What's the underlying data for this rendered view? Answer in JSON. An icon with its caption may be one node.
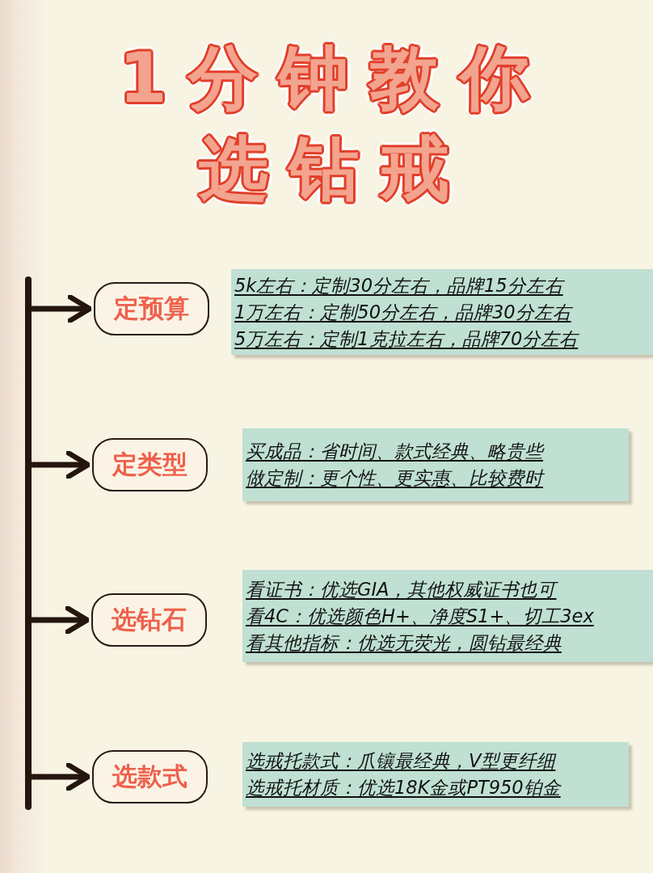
{
  "diagram": {
    "title": "1分钟教你选钻戒",
    "nodes": [
      {
        "text": [],
        "shape": "bar"
      },
      {
        "text": [
          "定预算"
        ]
      },
      {
        "text": [
          "5k左右：定制30分左右，品牌15分左右",
          "1万左右：定制50分左右，品牌30分左右",
          "5万左右：定制1克拉左右，品牌70分左右"
        ]
      },
      {
        "text": [
          "定类型"
        ]
      },
      {
        "text": [
          "买成品：省时间、款式经典、略贵些",
          "做定制：更个性、更实惠、比较费时"
        ]
      },
      {
        "text": [
          "选钻石"
        ]
      },
      {
        "text": [
          "看证书：优选GIA，其他权威证书也可",
          "看4C：优选颜色H+、净度S1+、切工3ex",
          "看其他指标：优选无荧光，圆钻最经典"
        ]
      },
      {
        "text": [
          "选款式"
        ]
      },
      {
        "text": [
          "选戒托款式：爪镶最经典，V型更纤细",
          "选戒托材质：优选18K金或PT950铂金"
        ]
      }
    ],
    "edges": [
      {
        "from": 0,
        "to": 1,
        "arrow": "to"
      },
      {
        "from": 0,
        "to": 3,
        "arrow": "to"
      },
      {
        "from": 0,
        "to": 5,
        "arrow": "to"
      },
      {
        "from": 0,
        "to": 7,
        "arrow": "to"
      }
    ]
  }
}
